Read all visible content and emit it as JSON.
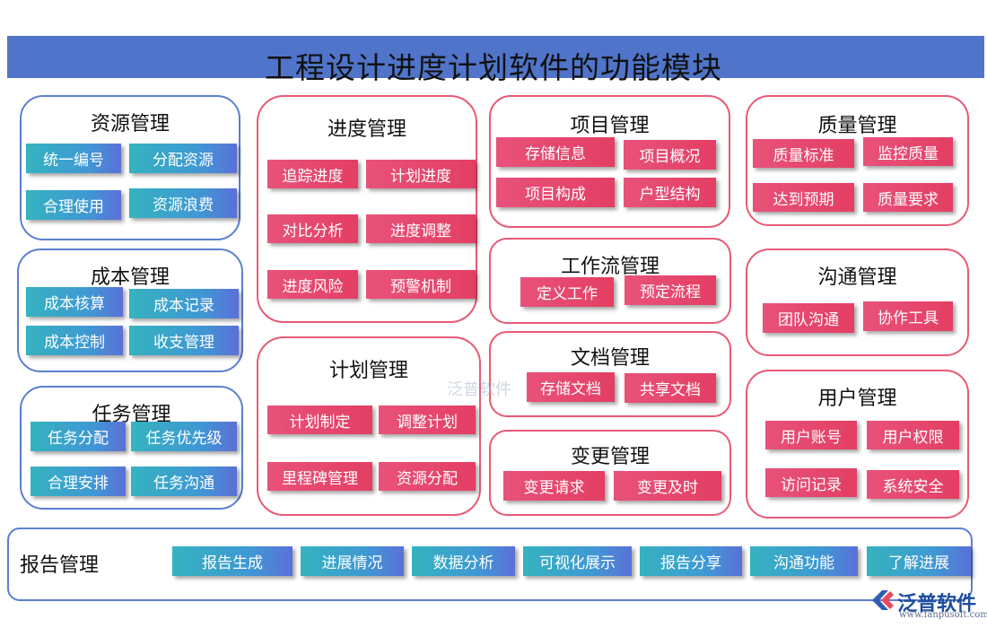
{
  "title": "工程设计进度计划软件的功能模块",
  "modules": {
    "resource": {
      "title": "资源管理",
      "items": [
        "统一编号",
        "分配资源",
        "合理使用",
        "资源浪费"
      ]
    },
    "cost": {
      "title": "成本管理",
      "items": [
        "成本核算",
        "成本记录",
        "成本控制",
        "收支管理"
      ]
    },
    "task": {
      "title": "任务管理",
      "items": [
        "任务分配",
        "任务优先级",
        "合理安排",
        "任务沟通"
      ]
    },
    "progress": {
      "title": "进度管理",
      "items": [
        "追踪进度",
        "计划进度",
        "对比分析",
        "进度调整",
        "进度风险",
        "预警机制"
      ]
    },
    "plan": {
      "title": "计划管理",
      "items": [
        "计划制定",
        "调整计划",
        "里程碑管理",
        "资源分配"
      ]
    },
    "project": {
      "title": "项目管理",
      "items": [
        "存储信息",
        "项目概况",
        "项目构成",
        "户型结构"
      ]
    },
    "workflow": {
      "title": "工作流管理",
      "items": [
        "定义工作",
        "预定流程"
      ]
    },
    "document": {
      "title": "文档管理",
      "items": [
        "存储文档",
        "共享文档"
      ]
    },
    "change": {
      "title": "变更管理",
      "items": [
        "变更请求",
        "变更及时"
      ]
    },
    "quality": {
      "title": "质量管理",
      "items": [
        "质量标准",
        "监控质量",
        "达到预期",
        "质量要求"
      ]
    },
    "communication": {
      "title": "沟通管理",
      "items": [
        "团队沟通",
        "协作工具"
      ]
    },
    "user": {
      "title": "用户管理",
      "items": [
        "用户账号",
        "用户权限",
        "访问记录",
        "系统安全"
      ]
    },
    "report": {
      "title": "报告管理",
      "items": [
        "报告生成",
        "进展情况",
        "数据分析",
        "可视化展示",
        "报告分享",
        "沟通功能",
        "了解进展"
      ]
    }
  },
  "watermark": "泛普软件",
  "logo": {
    "name": "泛普软件",
    "url": "www.fanpusoft.com"
  },
  "colors": {
    "title_bar": "#4f74c9",
    "blue_border": "#5b7fd0",
    "red_border": "#e85a75",
    "teal_button": "#3f98d4",
    "pink_button": "#e43e64"
  }
}
